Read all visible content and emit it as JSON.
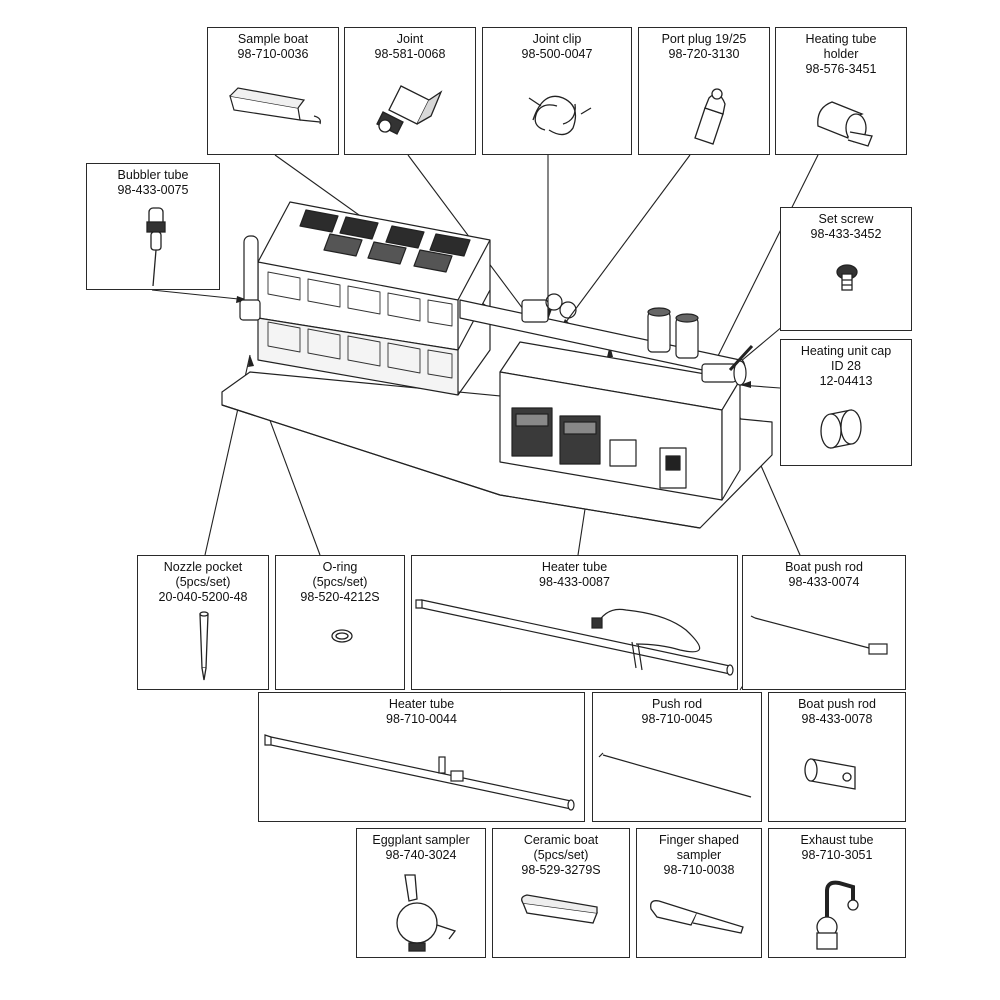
{
  "parts": [
    {
      "id": "sample_boat",
      "name": "Sample boat",
      "lines": [
        "98-710-0036"
      ]
    },
    {
      "id": "joint",
      "name": "Joint",
      "lines": [
        "98-581-0068"
      ]
    },
    {
      "id": "joint_clip",
      "name": "Joint clip",
      "lines": [
        "98-500-0047"
      ]
    },
    {
      "id": "port_plug",
      "name": "Port plug 19/25",
      "lines": [
        "98-720-3130"
      ]
    },
    {
      "id": "heating_tube_holder",
      "name": "Heating tube",
      "lines": [
        "holder",
        "98-576-3451"
      ]
    },
    {
      "id": "bubbler_tube",
      "name": "Bubbler tube",
      "lines": [
        "98-433-0075"
      ]
    },
    {
      "id": "set_screw",
      "name": "Set screw",
      "lines": [
        "98-433-3452"
      ]
    },
    {
      "id": "heating_unit_cap",
      "name": "Heating unit cap",
      "lines": [
        "ID 28",
        "12-04413"
      ]
    },
    {
      "id": "nozzle_pocket",
      "name": "Nozzle pocket",
      "lines": [
        "(5pcs/set)",
        "20-040-5200-48"
      ]
    },
    {
      "id": "o_ring",
      "name": "O-ring",
      "lines": [
        "(5pcs/set)",
        "98-520-4212S"
      ]
    },
    {
      "id": "heater_tube_a",
      "name": "Heater tube",
      "lines": [
        "98-433-0087"
      ]
    },
    {
      "id": "boat_push_rod_a",
      "name": "Boat push rod",
      "lines": [
        "98-433-0074"
      ]
    },
    {
      "id": "heater_tube_b",
      "name": "Heater tube",
      "lines": [
        "98-710-0044"
      ]
    },
    {
      "id": "push_rod",
      "name": "Push rod",
      "lines": [
        "98-710-0045"
      ]
    },
    {
      "id": "boat_push_rod_b",
      "name": "Boat push rod",
      "lines": [
        "98-433-0078"
      ]
    },
    {
      "id": "eggplant_sampler",
      "name": "Eggplant sampler",
      "lines": [
        "98-740-3024"
      ]
    },
    {
      "id": "ceramic_boat",
      "name": "Ceramic boat",
      "lines": [
        "(5pcs/set)",
        "98-529-3279S"
      ]
    },
    {
      "id": "finger_sampler",
      "name": "Finger shaped",
      "lines": [
        "sampler",
        "98-710-0038"
      ]
    },
    {
      "id": "exhaust_tube",
      "name": "Exhaust tube",
      "lines": [
        "98-710-3051"
      ]
    }
  ]
}
